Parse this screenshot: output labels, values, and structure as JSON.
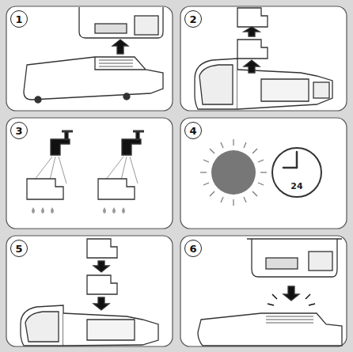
{
  "diagram": {
    "nodes": [
      {
        "text": [
          "1"
        ]
      },
      {
        "text": [
          "2"
        ]
      },
      {
        "text": [
          "3"
        ]
      },
      {
        "text": [
          "4"
        ]
      },
      {
        "text": [
          "24"
        ]
      },
      {
        "text": [
          "5"
        ]
      },
      {
        "text": [
          "6"
        ]
      }
    ]
  }
}
